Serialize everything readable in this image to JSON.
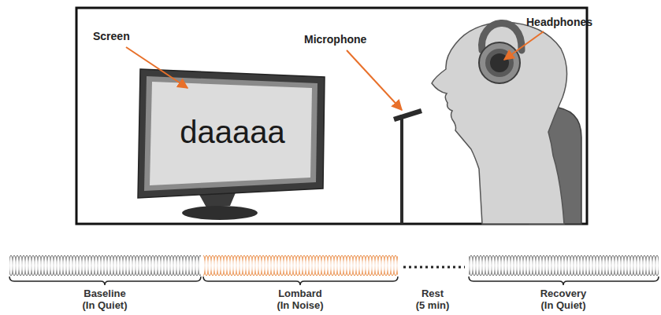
{
  "diagram": {
    "nodes": [
      {
        "text": [
          "daaaaa"
        ]
      }
    ],
    "labels": [
      "Screen",
      "Microphone",
      "Headphones",
      "Baseline (In Quiet)",
      "Lombard (In Noise)",
      "Rest (5 min)",
      "Recovery (In Quiet)"
    ]
  }
}
